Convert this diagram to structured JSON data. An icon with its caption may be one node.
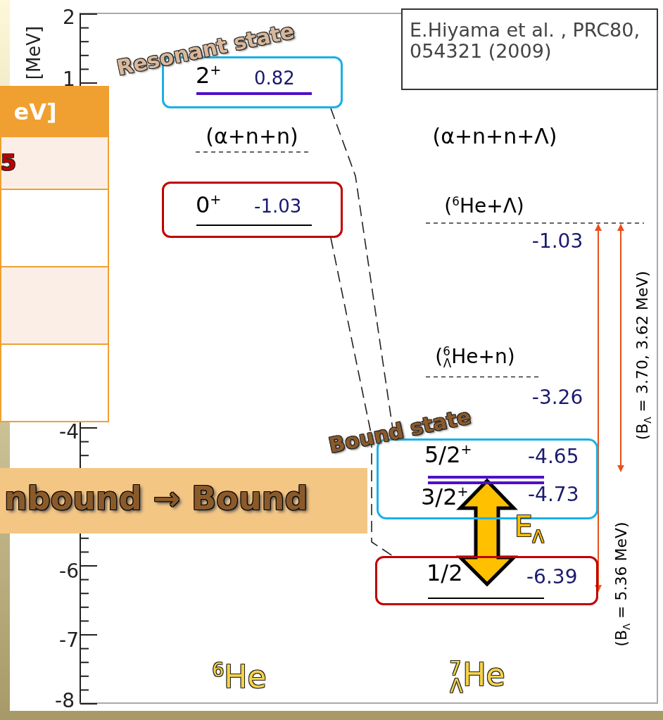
{
  "diagram": {
    "nodes": [
      {
        "text": [
          "E.Hiyama et al. , PRC80, 054321 (2009)"
        ]
      },
      {
        "text": [
          "2$^{+}$",
          "0.82"
        ]
      },
      {
        "text": [
          "0$^{+}$",
          "-1.03"
        ]
      },
      {
        "text": [
          "nbound → Bound"
        ]
      },
      {
        "text": [
          "5/2$^{+}$",
          "-4.65",
          "3/2$^{+}$",
          "-4.73"
        ]
      },
      {
        "text": [
          "1/2",
          "-6.39"
        ]
      }
    ],
    "edges": [
      {
        "from": 1,
        "to": 4,
        "arrow": "none",
        "style": "dashed"
      },
      {
        "from": 2,
        "to": 5,
        "arrow": "none",
        "style": "dashed"
      },
      {
        "from": 4,
        "to": 5,
        "arrow": "both",
        "style": "thick",
        "color": "#ffc000",
        "label": "E$_{Λ}$"
      }
    ],
    "labels": [
      "2",
      "[MeV]",
      "1",
      "Resonant state",
      "eV]",
      "5",
      "(α+n+n)",
      "(α+n+n+Λ)",
      "($^{6}$He+Λ)",
      "-1.03",
      "(B$_{Λ}$ = 3.70, 3.62 MeV)",
      "($^{6}$$_{Λ}$He+n)",
      "-3.26",
      "Bound state",
      "-4",
      "(B$_{Λ}$ = 5.36 MeV)",
      "-6",
      "-7",
      "$^{6}$He",
      "$^{7}$$_{Λ}$He",
      "-8"
    ]
  }
}
